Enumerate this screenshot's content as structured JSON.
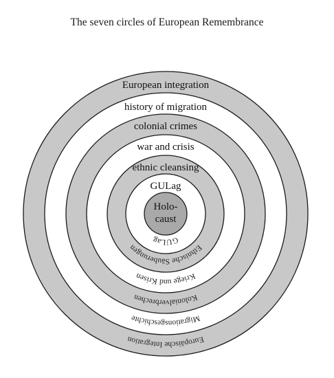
{
  "title": "The seven circles of European Remembrance",
  "colors": {
    "ring_gray": "#c8c8c8",
    "ring_white": "#ffffff",
    "core": "#a9a9a9",
    "stroke": "#1a1a1a"
  },
  "core": {
    "line1": "Holo-",
    "line2": "caust"
  },
  "rings": [
    {
      "en": "GULag",
      "de": "GULag"
    },
    {
      "en": "ethnic cleansing",
      "de": "Ethnische Säuberungen"
    },
    {
      "en": "war and crisis",
      "de": "Kriege und Krisen"
    },
    {
      "en": "colonial crimes",
      "de": "Kolonialverbrechen"
    },
    {
      "en": "history of migration",
      "de": "Migrationsgeschichte"
    },
    {
      "en": "European integration",
      "de": "Europäische Integration"
    }
  ]
}
